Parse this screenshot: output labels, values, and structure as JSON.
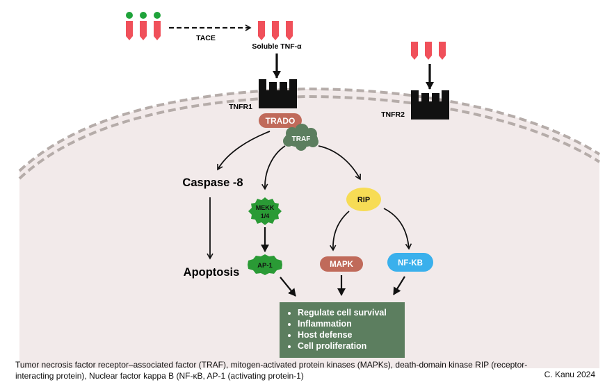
{
  "diagram": {
    "labels": {
      "tace": "TACE",
      "soluble_tnf": "Soluble TNF-α",
      "tnfr1": "TNFR1",
      "tnfr2": "TNFR2",
      "trado": "TRADO",
      "traf": "TRAF",
      "caspase8": "Caspase -8",
      "apoptosis": "Apoptosis",
      "mekk_line1": "MEKK",
      "mekk_line2": "1/4",
      "ap1": "AP-1",
      "rip": "RIP",
      "mapk": "MAPK",
      "nfkb": "NF-KB"
    },
    "outcomes": [
      "Regulate cell survival",
      "Inflammation",
      "Host defense",
      "Cell proliferation"
    ],
    "caption": "Tumor necrosis factor receptor–associated factor (TRAF), mitogen-activated protein kinases (MAPKs), death-domain kinase RIP (receptor-interacting protein), Nuclear factor kappa B (NF-κB, AP-1 (activating protein-1)",
    "credit": "C. Kanu 2024"
  },
  "colors": {
    "ligand_red": "#f0505a",
    "ligand_head_green": "#1fa33a",
    "cell_fill": "#f2eaea",
    "membrane_grey": "#b5aca9",
    "trado": "#c06a5a",
    "traf": "#5c7e5f",
    "mekk_ap1": "#2a9a35",
    "rip": "#f7dc55",
    "mapk": "#c06a5a",
    "nfkb": "#3ab0ec",
    "outcome_box": "#5c7e5f"
  },
  "icons": [
    "membrane-bound-tnf-icon",
    "soluble-tnf-icon",
    "receptor-icon"
  ]
}
